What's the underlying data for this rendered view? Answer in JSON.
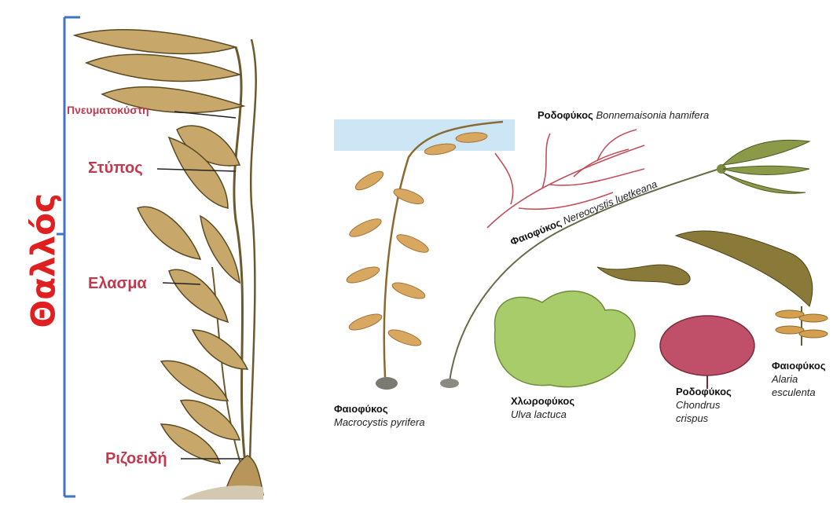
{
  "left_diagram": {
    "thallus_label": "Θαλλός",
    "parts": {
      "pneumatocyst": "Πνευματοκύστη",
      "stipe": "Στύπος",
      "blade": "Ελασμα",
      "holdfast": "Ριζοειδή"
    }
  },
  "right_panel": {
    "red_bonnemaisonia": {
      "group": "Ροδοφύκος",
      "species": "Bonnemaisonia hamifera"
    },
    "brown_nereocystis": {
      "group": "Φαιοφύκος",
      "species": "Nereocystis luetkeana"
    },
    "brown_macrocystis": {
      "group": "Φαιοφύκος",
      "species": "Macrocystis pyrifera"
    },
    "green_ulva": {
      "group": "Χλωροφύκος",
      "species": "Ulva lactuca"
    },
    "red_chondrus": {
      "group": "Ροδοφύκος",
      "species_line1": "Chondrus",
      "species_line2": "crispus"
    },
    "brown_alaria": {
      "group": "Φαιοφύκος",
      "species_line1": "Alaria",
      "species_line2": "esculenta"
    }
  },
  "colors": {
    "bracket": "#3f73c4",
    "thallus_text": "#e02020",
    "part_labels": "#c0394f",
    "kelp_tan": "#c8a86a",
    "red_algae": "#c0505a",
    "green_algae": "#a8cc6a",
    "brown_algae": "#8a7a3a"
  }
}
